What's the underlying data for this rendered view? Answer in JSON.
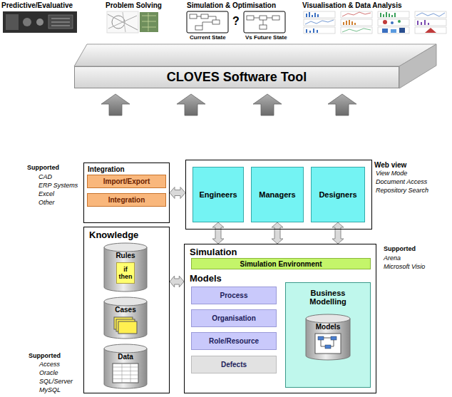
{
  "diagram": {
    "nodes": [
      {
        "text": [
          "CLOVES Software Tool"
        ]
      },
      {
        "text": [
          "Integration"
        ]
      },
      {
        "text": [
          "Import/Export"
        ],
        "in": 1
      },
      {
        "text": [
          "Integration"
        ],
        "in": 1
      },
      {
        "text": [
          "Web view"
        ]
      },
      {
        "text": [
          "Engineers"
        ],
        "in": 4
      },
      {
        "text": [
          "Managers"
        ],
        "in": 4
      },
      {
        "text": [
          "Designers"
        ],
        "in": 4
      },
      {
        "text": [
          "Knowledge"
        ]
      },
      {
        "text": [
          "Rules",
          "if then"
        ],
        "in": 8
      },
      {
        "text": [
          "Cases"
        ],
        "in": 8
      },
      {
        "text": [
          "Data"
        ],
        "in": 8
      },
      {
        "text": [
          "Simulation",
          "Models"
        ]
      },
      {
        "text": [
          "Simulation Environment"
        ],
        "in": 12
      },
      {
        "text": [
          "Process"
        ],
        "in": 12
      },
      {
        "text": [
          "Organisation"
        ],
        "in": 12
      },
      {
        "text": [
          "Role/Resource"
        ],
        "in": 12
      },
      {
        "text": [
          "Defects"
        ],
        "in": 12
      },
      {
        "text": [
          "Business Modelling"
        ],
        "in": 12
      },
      {
        "text": [
          "Models"
        ],
        "in": 18
      }
    ],
    "edges": [
      {
        "from": 1,
        "to": 4,
        "arrow": "both"
      },
      {
        "from": 5,
        "to": 12,
        "arrow": "both"
      },
      {
        "from": 6,
        "to": 12,
        "arrow": "both"
      },
      {
        "from": 7,
        "to": 12,
        "arrow": "both"
      },
      {
        "from": 8,
        "to": 12,
        "arrow": "both"
      }
    ],
    "labels": [
      "Predictive/Evaluative",
      "Problem Solving",
      "Simulation & Optimisation",
      "Visualisation & Data Analysis",
      "Current State",
      "?",
      "Vs Future State",
      "Supported",
      "CAD",
      "ERP Systems",
      "Excel",
      "Other",
      "View Mode",
      "Document Access",
      "Repository Search",
      "Supported",
      "Arena",
      "Microsoft Visio",
      "Supported",
      "Access",
      "Oracle",
      "SQL/Server",
      "MySQL"
    ]
  }
}
